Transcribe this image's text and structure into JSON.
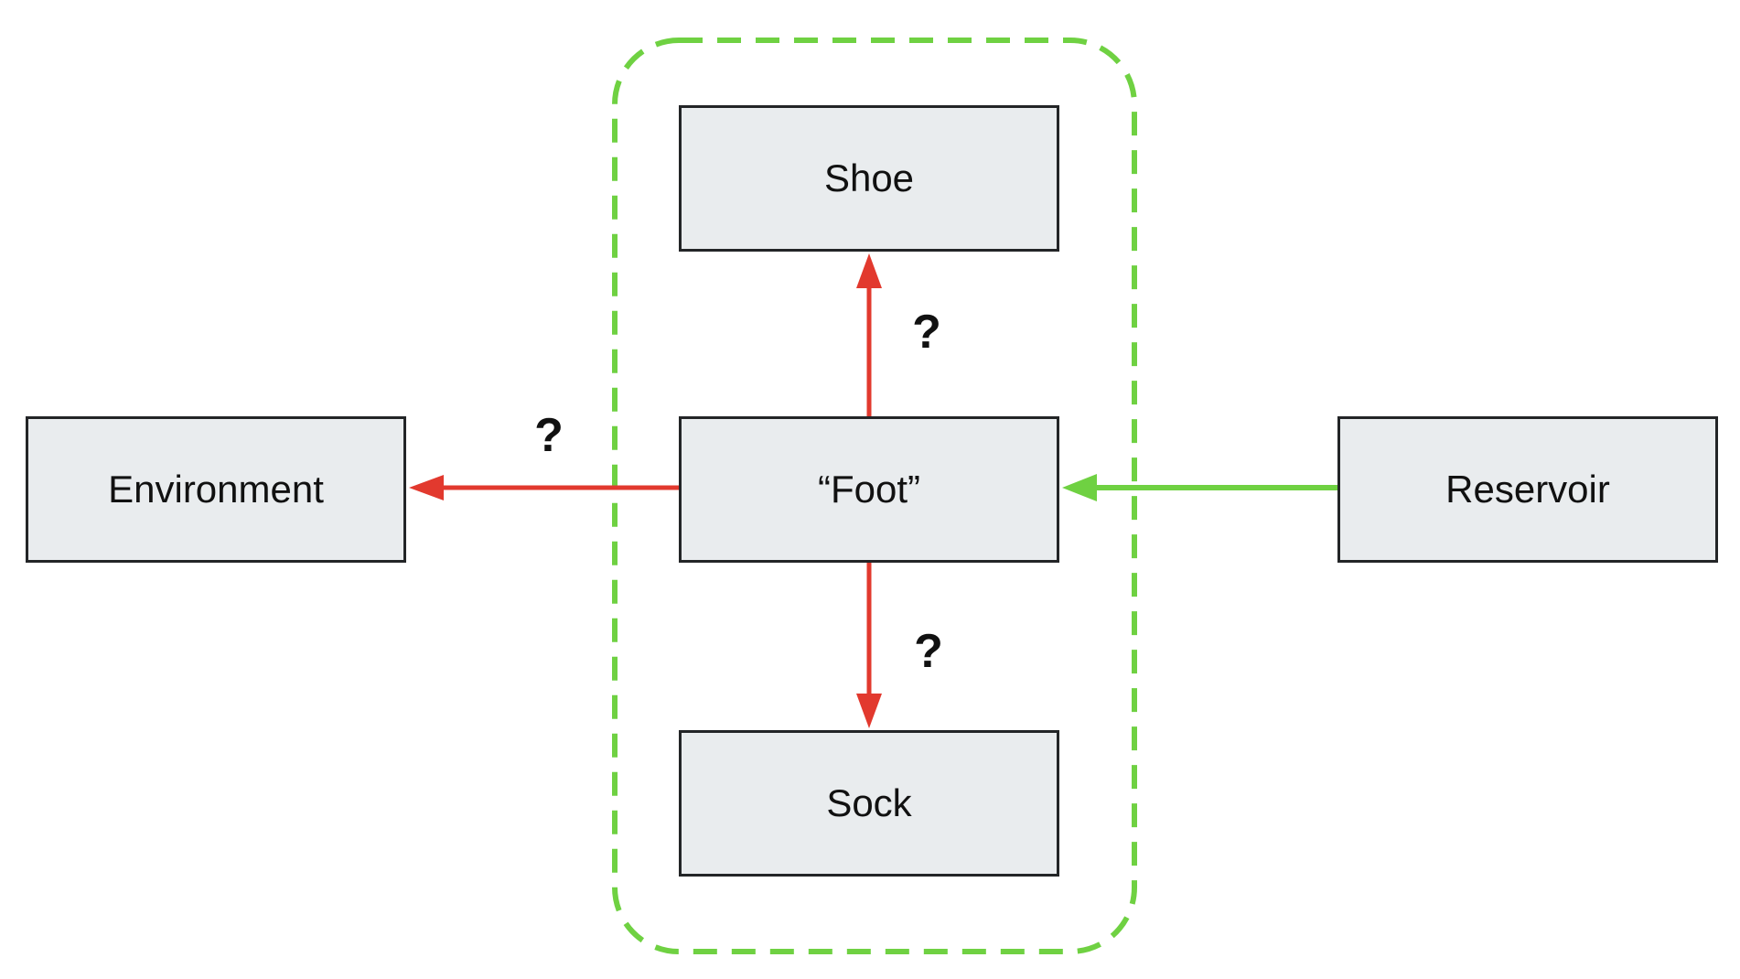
{
  "colors": {
    "background": "#ffffff",
    "box_fill": "#e9ecee",
    "box_border": "#232527",
    "text": "#111111",
    "red": "#e2392e",
    "green": "#6fd142"
  },
  "diagram": {
    "nodes": [
      {
        "id": "shoe",
        "label": "Shoe"
      },
      {
        "id": "foot",
        "label": "“Foot”"
      },
      {
        "id": "sock",
        "label": "Sock"
      },
      {
        "id": "environment",
        "label": "Environment"
      },
      {
        "id": "reservoir",
        "label": "Reservoir"
      }
    ],
    "edges": [
      {
        "from": "Foot",
        "to": "Shoe",
        "label": "?",
        "color": "red",
        "style": "solid-arrow"
      },
      {
        "from": "Foot",
        "to": "Sock",
        "label": "?",
        "color": "red",
        "style": "solid-arrow"
      },
      {
        "from": "Foot",
        "to": "Environment",
        "label": "?",
        "color": "red",
        "style": "solid-arrow"
      },
      {
        "from": "Reservoir",
        "to": "Foot",
        "label": "",
        "color": "green",
        "style": "solid-arrow"
      }
    ],
    "group": {
      "name": "dashed-boundary",
      "style": "green-dashed-rounded",
      "members": [
        "Shoe",
        "“Foot”",
        "Sock"
      ]
    }
  }
}
